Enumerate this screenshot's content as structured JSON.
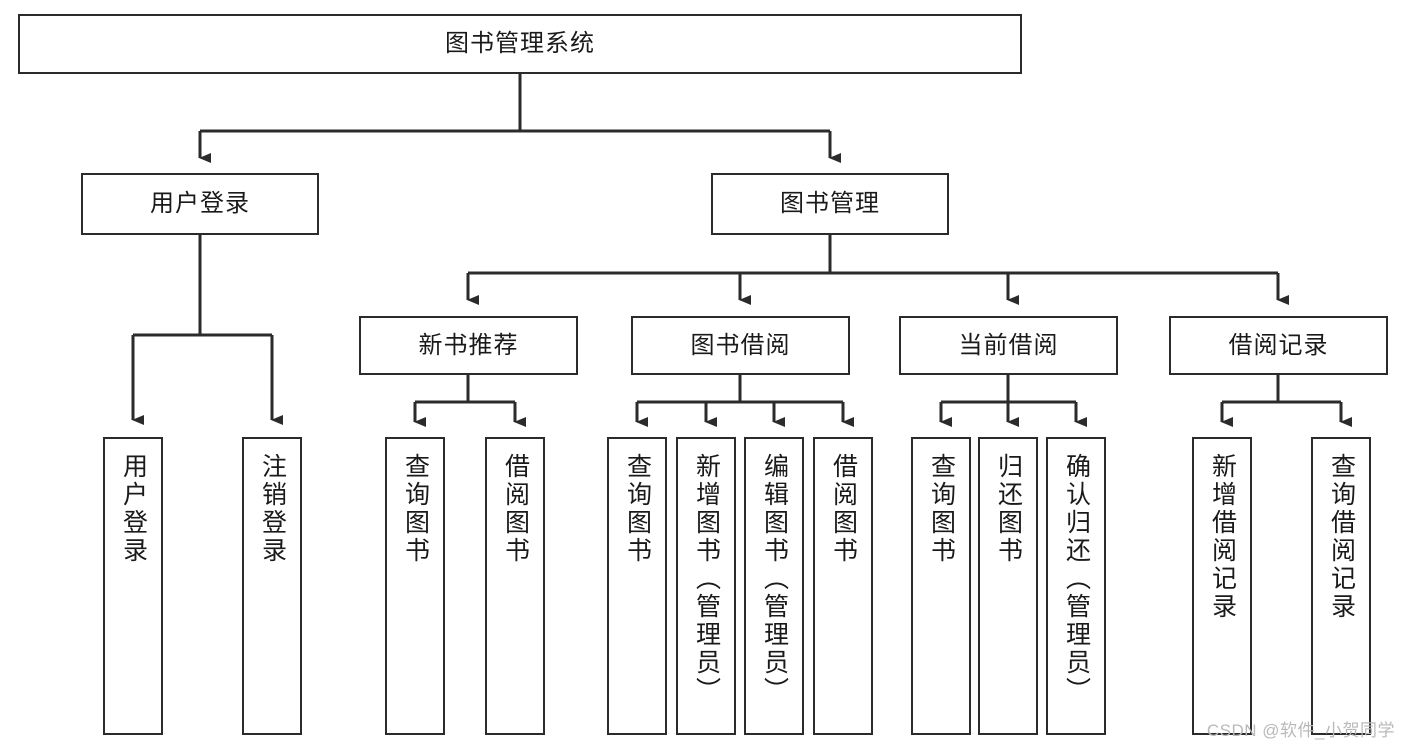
{
  "diagram": {
    "title": "图书管理系统",
    "type": "tree-hierarchy",
    "watermark": "CSDN @软件_小贺同学",
    "colors": {
      "stroke": "#2b2b2b",
      "fill": "#ffffff",
      "text": "#1a1a1a",
      "watermark": "#b9b9b9"
    },
    "nodes": {
      "root": {
        "label": "图书管理系统"
      },
      "level1": [
        {
          "label": "用户登录"
        },
        {
          "label": "图书管理"
        }
      ],
      "level2": [
        {
          "label": "新书推荐"
        },
        {
          "label": "图书借阅"
        },
        {
          "label": "当前借阅"
        },
        {
          "label": "借阅记录"
        }
      ],
      "leaves": {
        "user_login": [
          {
            "label": "用户登录"
          },
          {
            "label": "注销登录"
          }
        ],
        "new_book_recommend": [
          {
            "label": "查询图书"
          },
          {
            "label": "借阅图书"
          }
        ],
        "book_borrow": [
          {
            "label": "查询图书"
          },
          {
            "label": "新增图书（管理员）"
          },
          {
            "label": "编辑图书（管理员）"
          },
          {
            "label": "借阅图书"
          }
        ],
        "current_borrow": [
          {
            "label": "查询图书"
          },
          {
            "label": "归还图书"
          },
          {
            "label": "确认归还（管理员）"
          }
        ],
        "borrow_records": [
          {
            "label": "新增借阅记录"
          },
          {
            "label": "查询借阅记录"
          }
        ]
      }
    }
  }
}
